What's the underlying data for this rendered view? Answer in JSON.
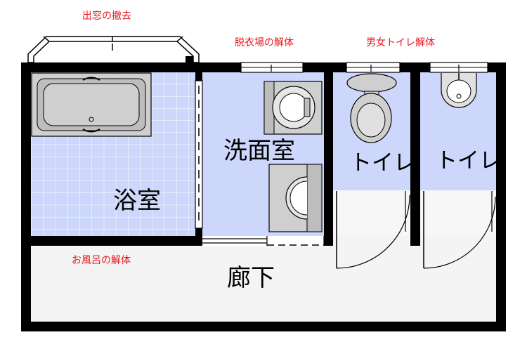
{
  "annotations": {
    "window_removal": "出窓の撤去",
    "dressing_room_demolition": "脱衣場の解体",
    "toilets_demolition": "男女トイレ解体",
    "bath_demolition": "お風呂の解体"
  },
  "rooms": {
    "bathroom": "浴室",
    "washroom": "洗面室",
    "toilet_1": "トイレ",
    "toilet_2": "トイレ",
    "corridor": "廊下"
  },
  "colors": {
    "annotation_text": "#e8161b",
    "room_fill": "#cdd7fb",
    "tile_grid": "#ffffff",
    "wall": "#000000",
    "fixture_fill": "#cfcfcf",
    "corridor_fill": "#f4f4f4"
  }
}
